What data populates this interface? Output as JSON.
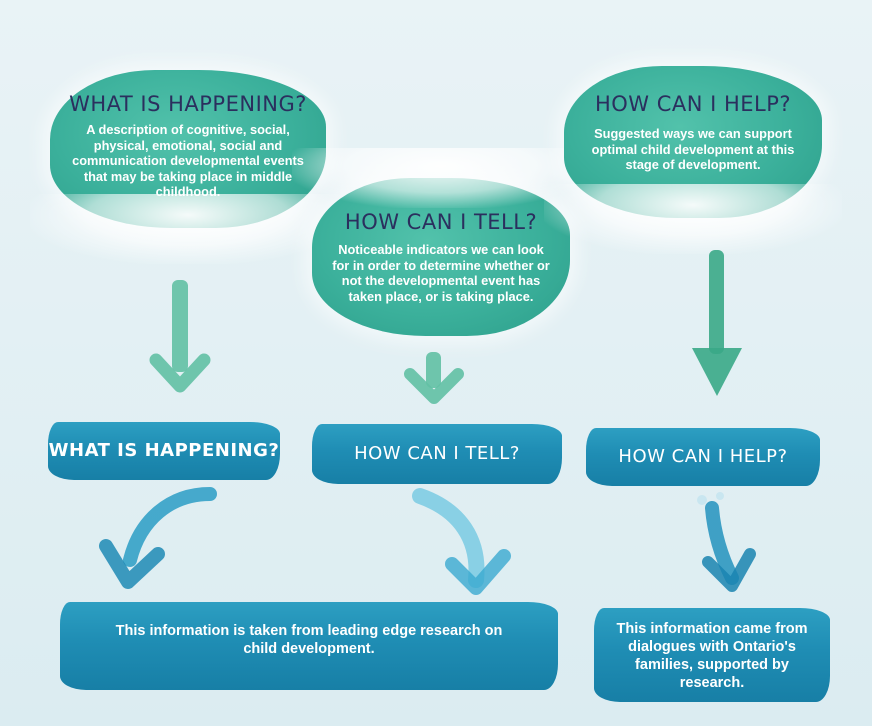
{
  "boxes": [
    {
      "title": "WHAT IS HAPPENING?",
      "text": "A description of cognitive, social, physical, emotional, social and communication developmental events that may be taking place in middle childhood."
    },
    {
      "title": "HOW CAN I TELL?",
      "text": "Noticeable indicators we can look for in order to determine whether or not the developmental event has taken place, or is taking place."
    },
    {
      "title": "HOW CAN I HELP?",
      "text": "Suggested ways we can support optimal child development at this stage of development."
    }
  ],
  "labels": [
    "WHAT IS HAPPENING?",
    "HOW CAN I TELL?",
    "HOW CAN I HELP?"
  ],
  "sources": [
    "This information is taken from leading edge research on child development.",
    "This information came from dialogues with Ontario's families, supported by research."
  ],
  "colors": {
    "teal": "#3bb09b",
    "blue": "#1f8db4",
    "title_ink": "#2b2f5e",
    "arrow_green": "#62c0a4"
  }
}
